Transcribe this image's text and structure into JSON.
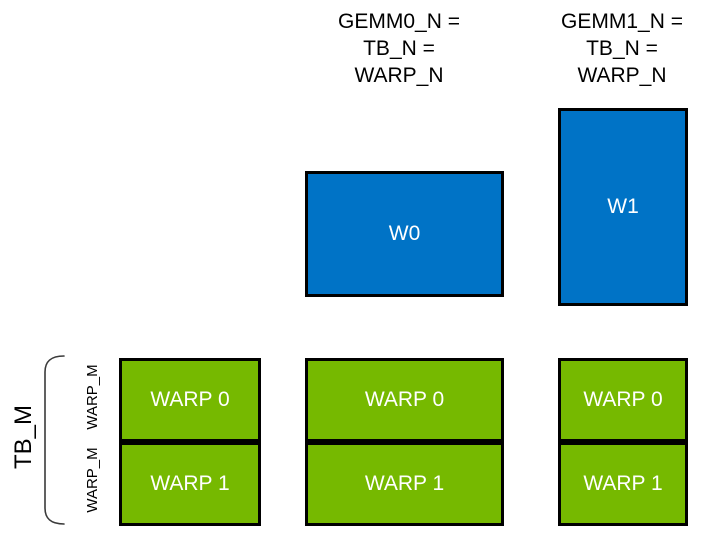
{
  "headers": [
    {
      "lines": [
        "GEMM0_N =",
        "TB_N =",
        "WARP_N"
      ]
    },
    {
      "lines": [
        "GEMM1_N =",
        "TB_N =",
        "WARP_N"
      ]
    }
  ],
  "warp_tiles": [
    {
      "label": "W0"
    },
    {
      "label": "W1"
    }
  ],
  "thread_blocks": [
    {
      "warps": [
        {
          "label": "WARP 0"
        },
        {
          "label": "WARP 1"
        }
      ]
    },
    {
      "warps": [
        {
          "label": "WARP 0"
        },
        {
          "label": "WARP 1"
        }
      ]
    },
    {
      "warps": [
        {
          "label": "WARP 0"
        },
        {
          "label": "WARP 1"
        }
      ]
    }
  ],
  "side": {
    "tb_label": "TB_M",
    "warp_m_labels": [
      "WARP_M",
      "WARP_M"
    ]
  },
  "colors": {
    "blue": "#0073C6",
    "green": "#76B900",
    "border": "#000000",
    "text": "#000000",
    "box_text": "#FFFFFF",
    "bracket": "#3A3A3A"
  }
}
